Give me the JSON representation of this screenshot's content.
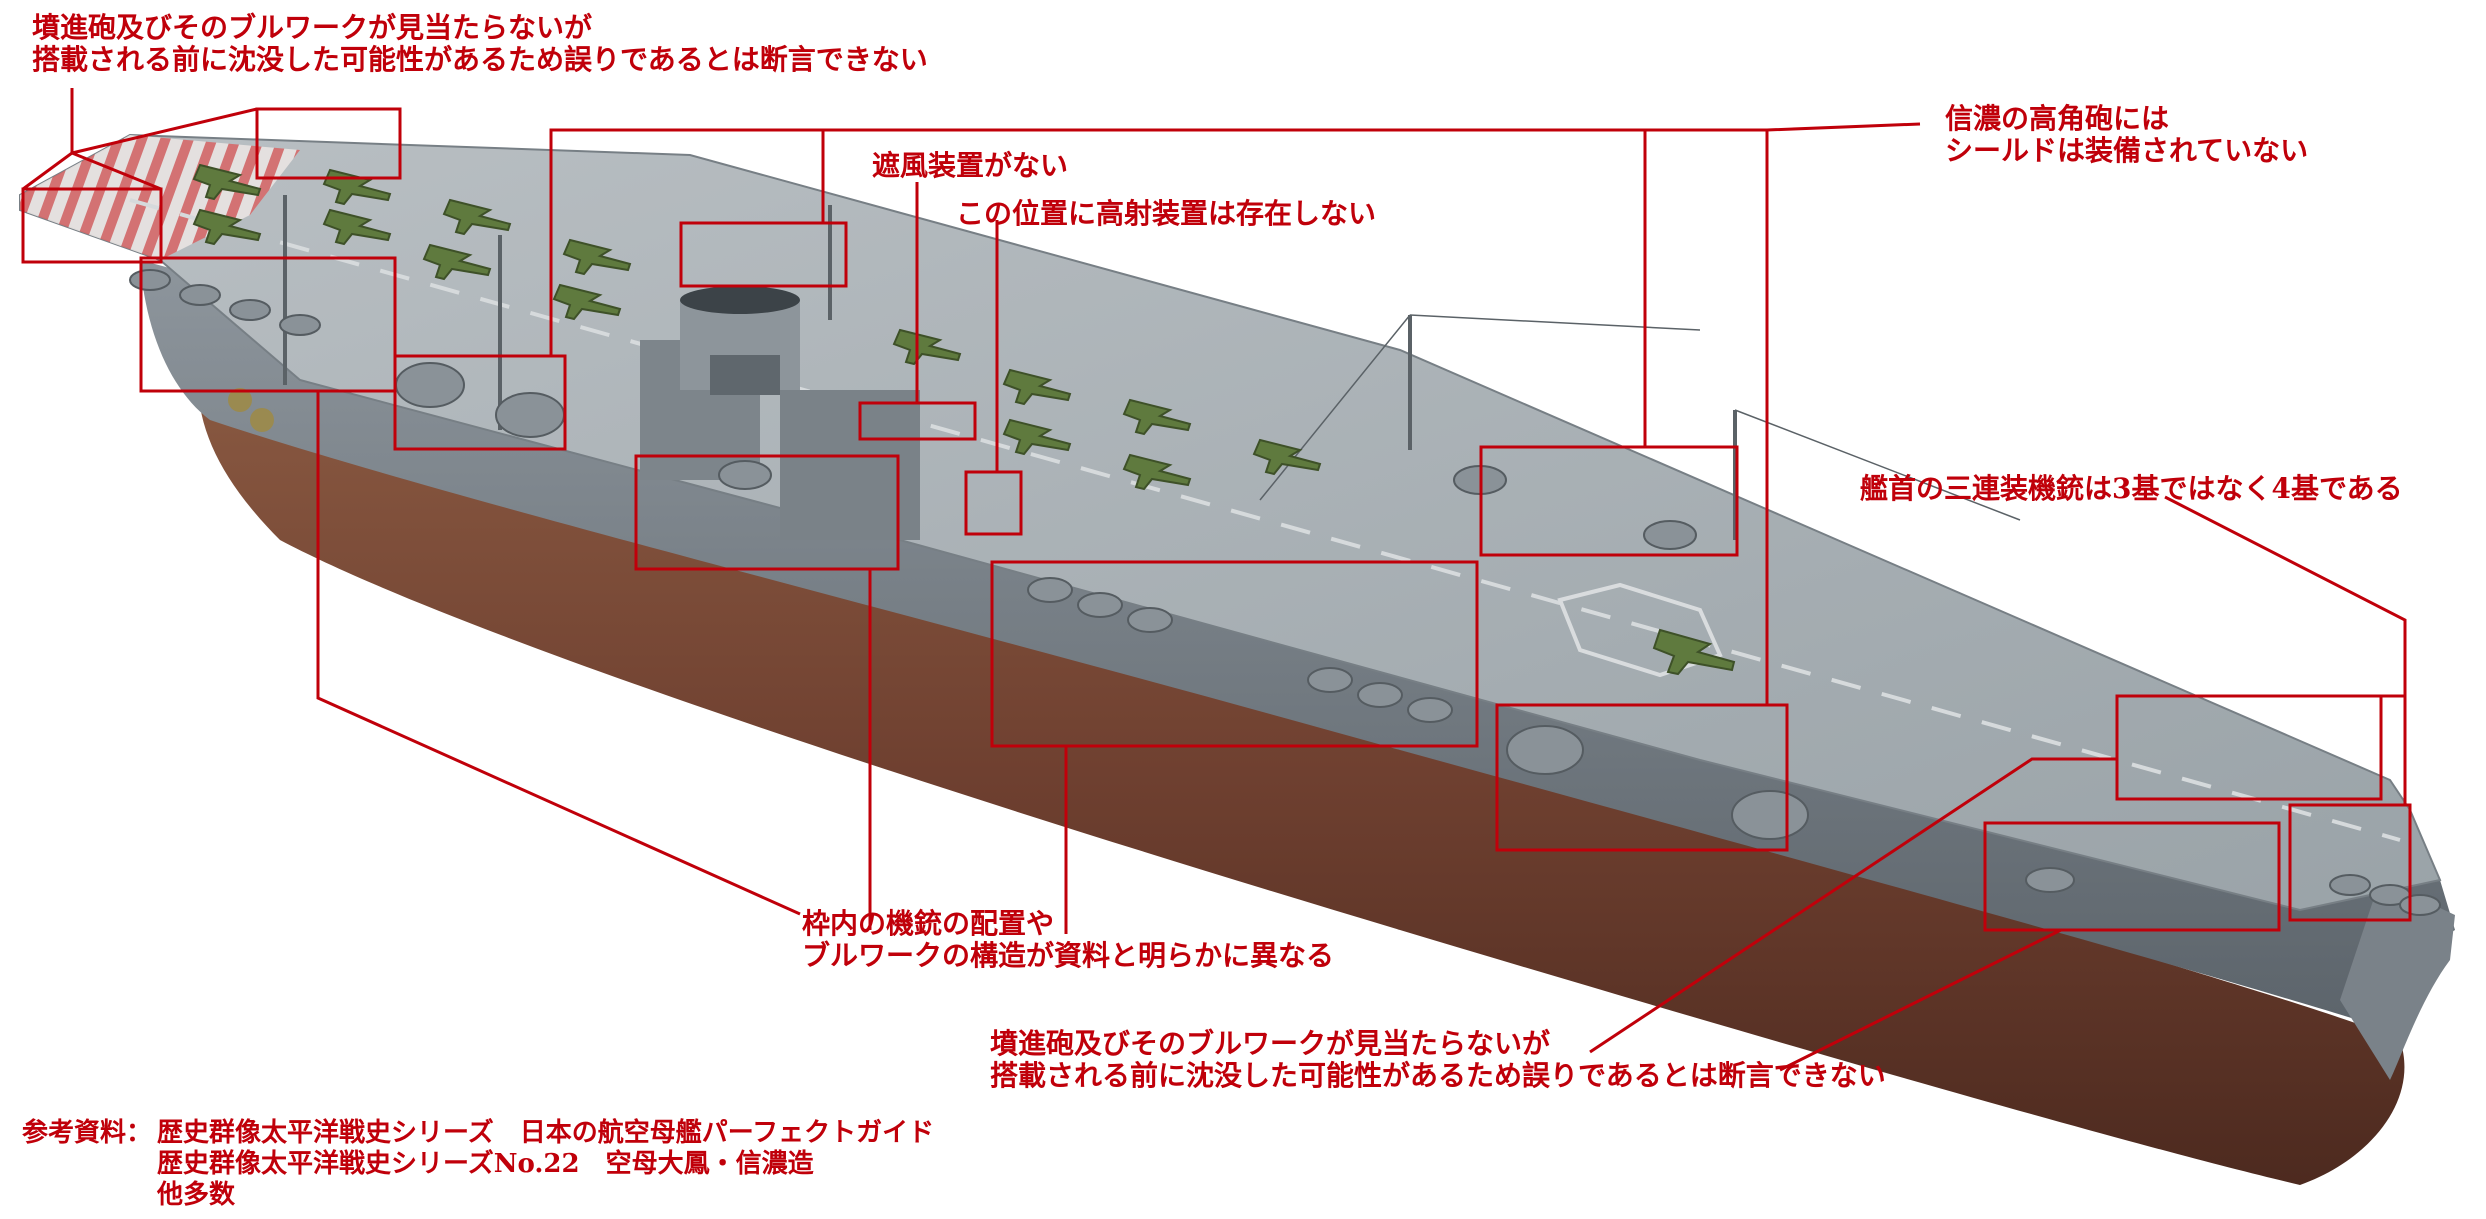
{
  "colors": {
    "annotation": "#c0000a",
    "hull_below": "#7a4a34",
    "hull_side": "#6e7780",
    "deck": "#a9b1b6",
    "aircraft": "#5f7a3e"
  },
  "notes": {
    "stern_turret": {
      "line1": "墳進砲及びそのブルワークが見当たらないが",
      "line2": "搭載される前に沈没した可能性があるため誤りであるとは断言できない"
    },
    "wind_screen": "遮風装置がない",
    "fire_control": "この位置に高射装置は存在しない",
    "aa_shield": {
      "line1": "信濃の高角砲には",
      "line2": "シールドは装備されていない"
    },
    "bow_triple": "艦首の三連装機銃は3基ではなく4基である",
    "mg_layout": {
      "line1": "枠内の機銃の配置や",
      "line2": "ブルワークの構造が資料と明らかに異なる"
    },
    "bow_rocket": {
      "line1": "墳進砲及びそのブルワークが見当たらないが",
      "line2": "搭載される前に沈没した可能性があるため誤りであるとは断言できない"
    }
  },
  "references": {
    "label": "参考資料：",
    "lines": [
      "歴史群像太平洋戦史シリーズ　日本の航空母艦パーフェクトガイド",
      "歴史群像太平洋戦史シリーズNo.22　空母大鳳・信濃造",
      "他多数"
    ]
  },
  "icons": {
    "ship": "carrier-ship-illustration",
    "aircraft": "zero-fighter-icon"
  }
}
